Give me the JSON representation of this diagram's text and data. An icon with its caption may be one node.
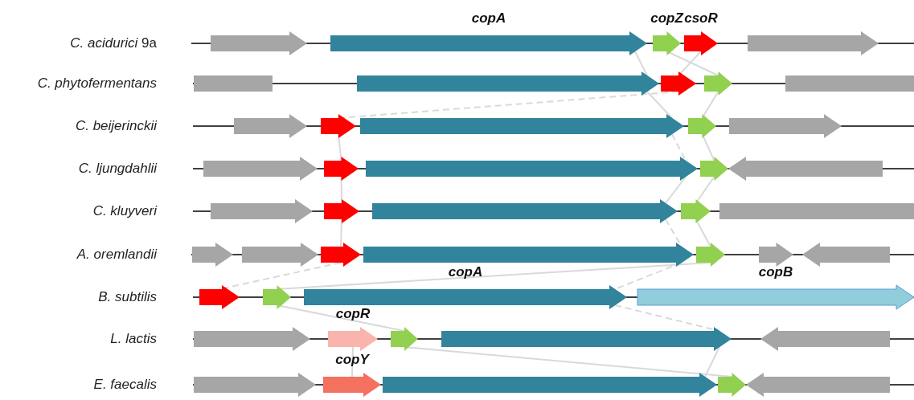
{
  "diagram": {
    "nodes": [
      {
        "text": [],
        "shape": "arrow"
      },
      {
        "text": [
          "copA"
        ]
      },
      {
        "text": [
          "copZ"
        ]
      },
      {
        "text": [
          "csoR"
        ]
      },
      {
        "text": [],
        "shape": "arrow"
      },
      {
        "text": [],
        "shape": "box"
      },
      {
        "text": [],
        "shape": "arrow"
      },
      {
        "text": [],
        "shape": "arrow"
      },
      {
        "text": [],
        "shape": "arrow"
      },
      {
        "text": [],
        "shape": "box"
      },
      {
        "text": [],
        "shape": "arrow"
      },
      {
        "text": [],
        "shape": "arrow"
      },
      {
        "text": [],
        "shape": "arrow"
      },
      {
        "text": [],
        "shape": "arrow"
      },
      {
        "text": [],
        "shape": "arrow"
      },
      {
        "text": [],
        "shape": "arrow"
      },
      {
        "text": [],
        "shape": "arrow"
      },
      {
        "text": [],
        "shape": "arrow"
      },
      {
        "text": [],
        "shape": "arrow"
      },
      {
        "text": [],
        "shape": "arrow"
      },
      {
        "text": [],
        "shape": "arrow"
      },
      {
        "text": [],
        "shape": "arrow"
      },
      {
        "text": [],
        "shape": "arrow"
      },
      {
        "text": [],
        "shape": "arrow"
      },
      {
        "text": [],
        "shape": "box"
      },
      {
        "text": [],
        "shape": "arrow"
      },
      {
        "text": [],
        "shape": "arrow"
      },
      {
        "text": [],
        "shape": "arrow"
      },
      {
        "text": [],
        "shape": "arrow"
      },
      {
        "text": [],
        "shape": "arrow"
      },
      {
        "text": [],
        "shape": "arrow"
      },
      {
        "text": [],
        "shape": "arrow"
      },
      {
        "text": [],
        "shape": "arrow"
      },
      {
        "text": [],
        "shape": "arrow"
      },
      {
        "text": [
          "copA"
        ]
      },
      {
        "text": [
          "copB"
        ]
      },
      {
        "text": [],
        "shape": "arrow"
      },
      {
        "text": [
          "copR"
        ]
      },
      {
        "text": [],
        "shape": "arrow"
      },
      {
        "text": [],
        "shape": "arrow"
      },
      {
        "text": [],
        "shape": "arrow"
      },
      {
        "text": [],
        "shape": "arrow"
      },
      {
        "text": [
          "copY"
        ]
      },
      {
        "text": [],
        "shape": "arrow"
      },
      {
        "text": [],
        "shape": "arrow"
      },
      {
        "text": [],
        "shape": "arrow"
      }
    ],
    "edges": [
      {
        "from": 1,
        "to": 6,
        "arrow": "none"
      },
      {
        "from": 2,
        "to": 8,
        "arrow": "none"
      },
      {
        "from": 3,
        "to": 7,
        "arrow": "none"
      },
      {
        "from": 6,
        "to": 12,
        "arrow": "none"
      },
      {
        "from": 8,
        "to": 13,
        "arrow": "none"
      },
      {
        "from": 7,
        "to": 11,
        "arrow": "none",
        "style": "dashed"
      },
      {
        "from": 12,
        "to": 17,
        "arrow": "none",
        "style": "dashed"
      },
      {
        "from": 13,
        "to": 18,
        "arrow": "none"
      },
      {
        "from": 11,
        "to": 16,
        "arrow": "none"
      },
      {
        "from": 17,
        "to": 22,
        "arrow": "none"
      },
      {
        "from": 18,
        "to": 23,
        "arrow": "none"
      },
      {
        "from": 16,
        "to": 21,
        "arrow": "none"
      },
      {
        "from": 22,
        "to": 28,
        "arrow": "none",
        "style": "dashed"
      },
      {
        "from": 23,
        "to": 29,
        "arrow": "none"
      },
      {
        "from": 21,
        "to": 27,
        "arrow": "none"
      },
      {
        "from": 27,
        "to": 32,
        "arrow": "none",
        "style": "dashed"
      },
      {
        "from": 29,
        "to": 33,
        "arrow": "none"
      },
      {
        "from": 28,
        "to": 34,
        "arrow": "none",
        "style": "dashed"
      },
      {
        "from": 33,
        "to": 38,
        "arrow": "none"
      },
      {
        "from": 34,
        "to": 39,
        "arrow": "none",
        "style": "dashed"
      },
      {
        "from": 37,
        "to": 42,
        "arrow": "none"
      },
      {
        "from": 38,
        "to": 44,
        "arrow": "none"
      },
      {
        "from": 39,
        "to": 43,
        "arrow": "none"
      }
    ],
    "labels": [
      "*C. acidurici* 9a",
      "C. phytofermentans",
      "C. beijerinckii",
      "C. ljungdahlii",
      "C. kluyveri",
      "A. oremlandii",
      "B. subtilis",
      "L. lactis",
      "E. faecalis"
    ]
  }
}
